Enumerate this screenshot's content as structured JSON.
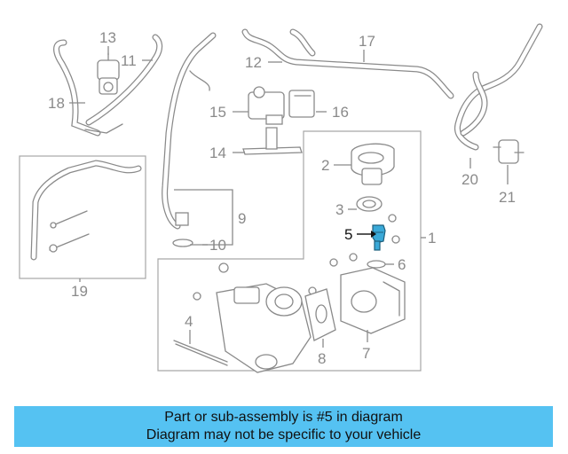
{
  "banner": {
    "line1": "Part or sub-assembly is #5 in diagram",
    "line2": "Diagram may not be specific to your vehicle"
  },
  "callouts": {
    "c1": "1",
    "c2": "2",
    "c3": "3",
    "c4": "4",
    "c5": "5",
    "c6": "6",
    "c7": "7",
    "c8": "8",
    "c9": "9",
    "c10": "10",
    "c11": "11",
    "c12": "12",
    "c13": "13",
    "c14": "14",
    "c15": "15",
    "c16": "16",
    "c17": "17",
    "c18": "18",
    "c19": "19",
    "c20": "20",
    "c21": "21"
  },
  "colors": {
    "highlight": "#55c2f2",
    "highlight_part": "#3aa9d8",
    "line_art": "#8a8a8a"
  }
}
